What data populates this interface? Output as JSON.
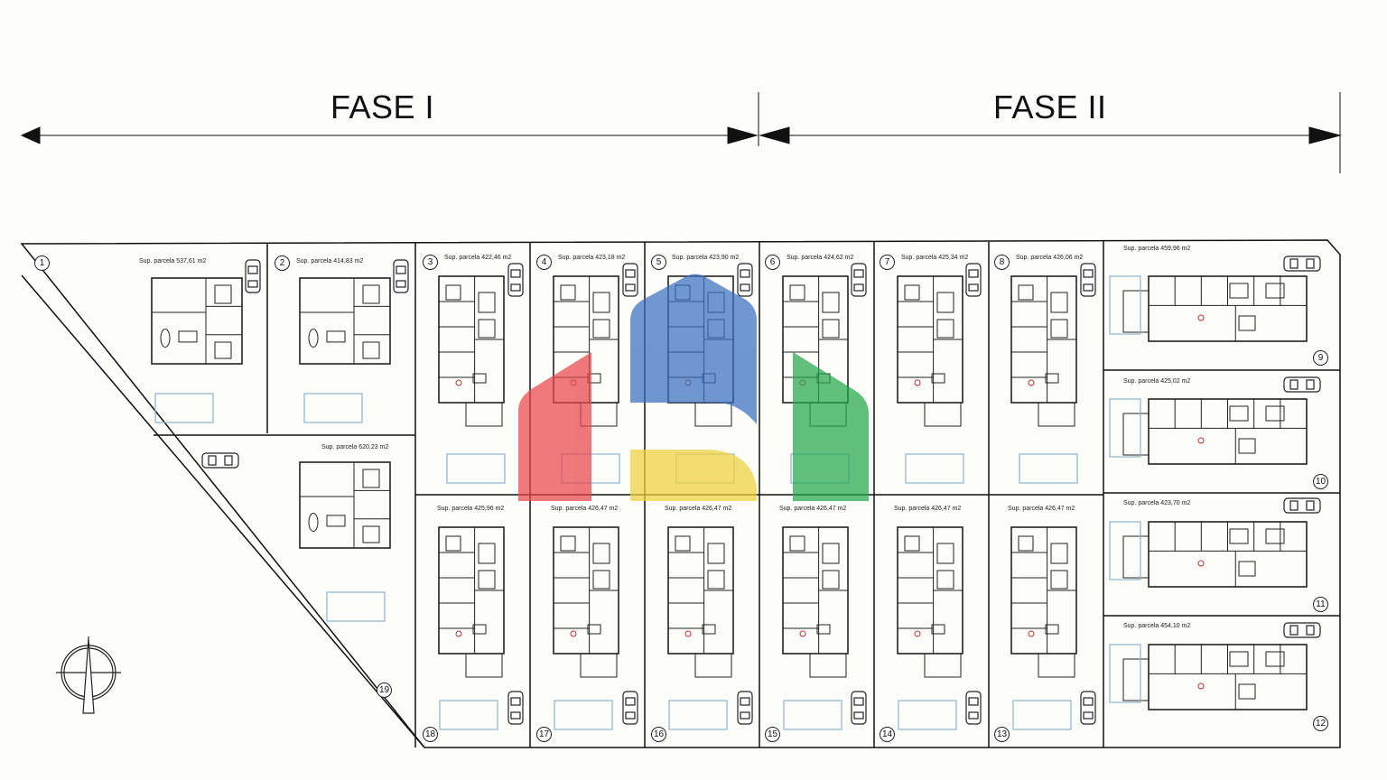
{
  "phases": {
    "phase_1": "FASE I",
    "phase_2": "FASE II"
  },
  "plots": [
    {
      "number": "1",
      "area": "Sup. parcela 537,61 m2"
    },
    {
      "number": "2",
      "area": "Sup. parcela 414,83 m2"
    },
    {
      "number": "3",
      "area": "Sup. parcela 422,46 m2"
    },
    {
      "number": "4",
      "area": "Sup. parcela 423,18 m2"
    },
    {
      "number": "5",
      "area": "Sup. parcela 423,90 m2"
    },
    {
      "number": "6",
      "area": "Sup. parcela 424,62 m2"
    },
    {
      "number": "7",
      "area": "Sup. parcela 425,34 m2"
    },
    {
      "number": "8",
      "area": "Sup. parcela 426,06 m2"
    },
    {
      "number": "9",
      "area": "Sup. parcela 459,96 m2"
    },
    {
      "number": "10",
      "area": "Sup. parcela 425,02 m2"
    },
    {
      "number": "11",
      "area": "Sup. parcela 423,70 m2"
    },
    {
      "number": "12",
      "area": "Sup. parcela 454,10 m2"
    },
    {
      "number": "13",
      "area": "Sup. parcela 426,47 m2"
    },
    {
      "number": "14",
      "area": "Sup. parcela 426,47 m2"
    },
    {
      "number": "15",
      "area": "Sup. parcela 426,47 m2"
    },
    {
      "number": "16",
      "area": "Sup. parcela 426,47 m2"
    },
    {
      "number": "17",
      "area": "Sup. parcela 426,47 m2"
    },
    {
      "number": "18",
      "area": "Sup. parcela 425,96 m2"
    },
    {
      "number": "19",
      "area": "Sup. parcela 620,23 m2"
    }
  ],
  "watermark_colors": {
    "red": "#e8464b",
    "blue": "#3a6fc0",
    "yellow": "#f1d23c",
    "green": "#23a84a"
  },
  "icons": {
    "compass": "north-arrow-icon",
    "car": "car-icon",
    "pool": "pool-icon"
  }
}
